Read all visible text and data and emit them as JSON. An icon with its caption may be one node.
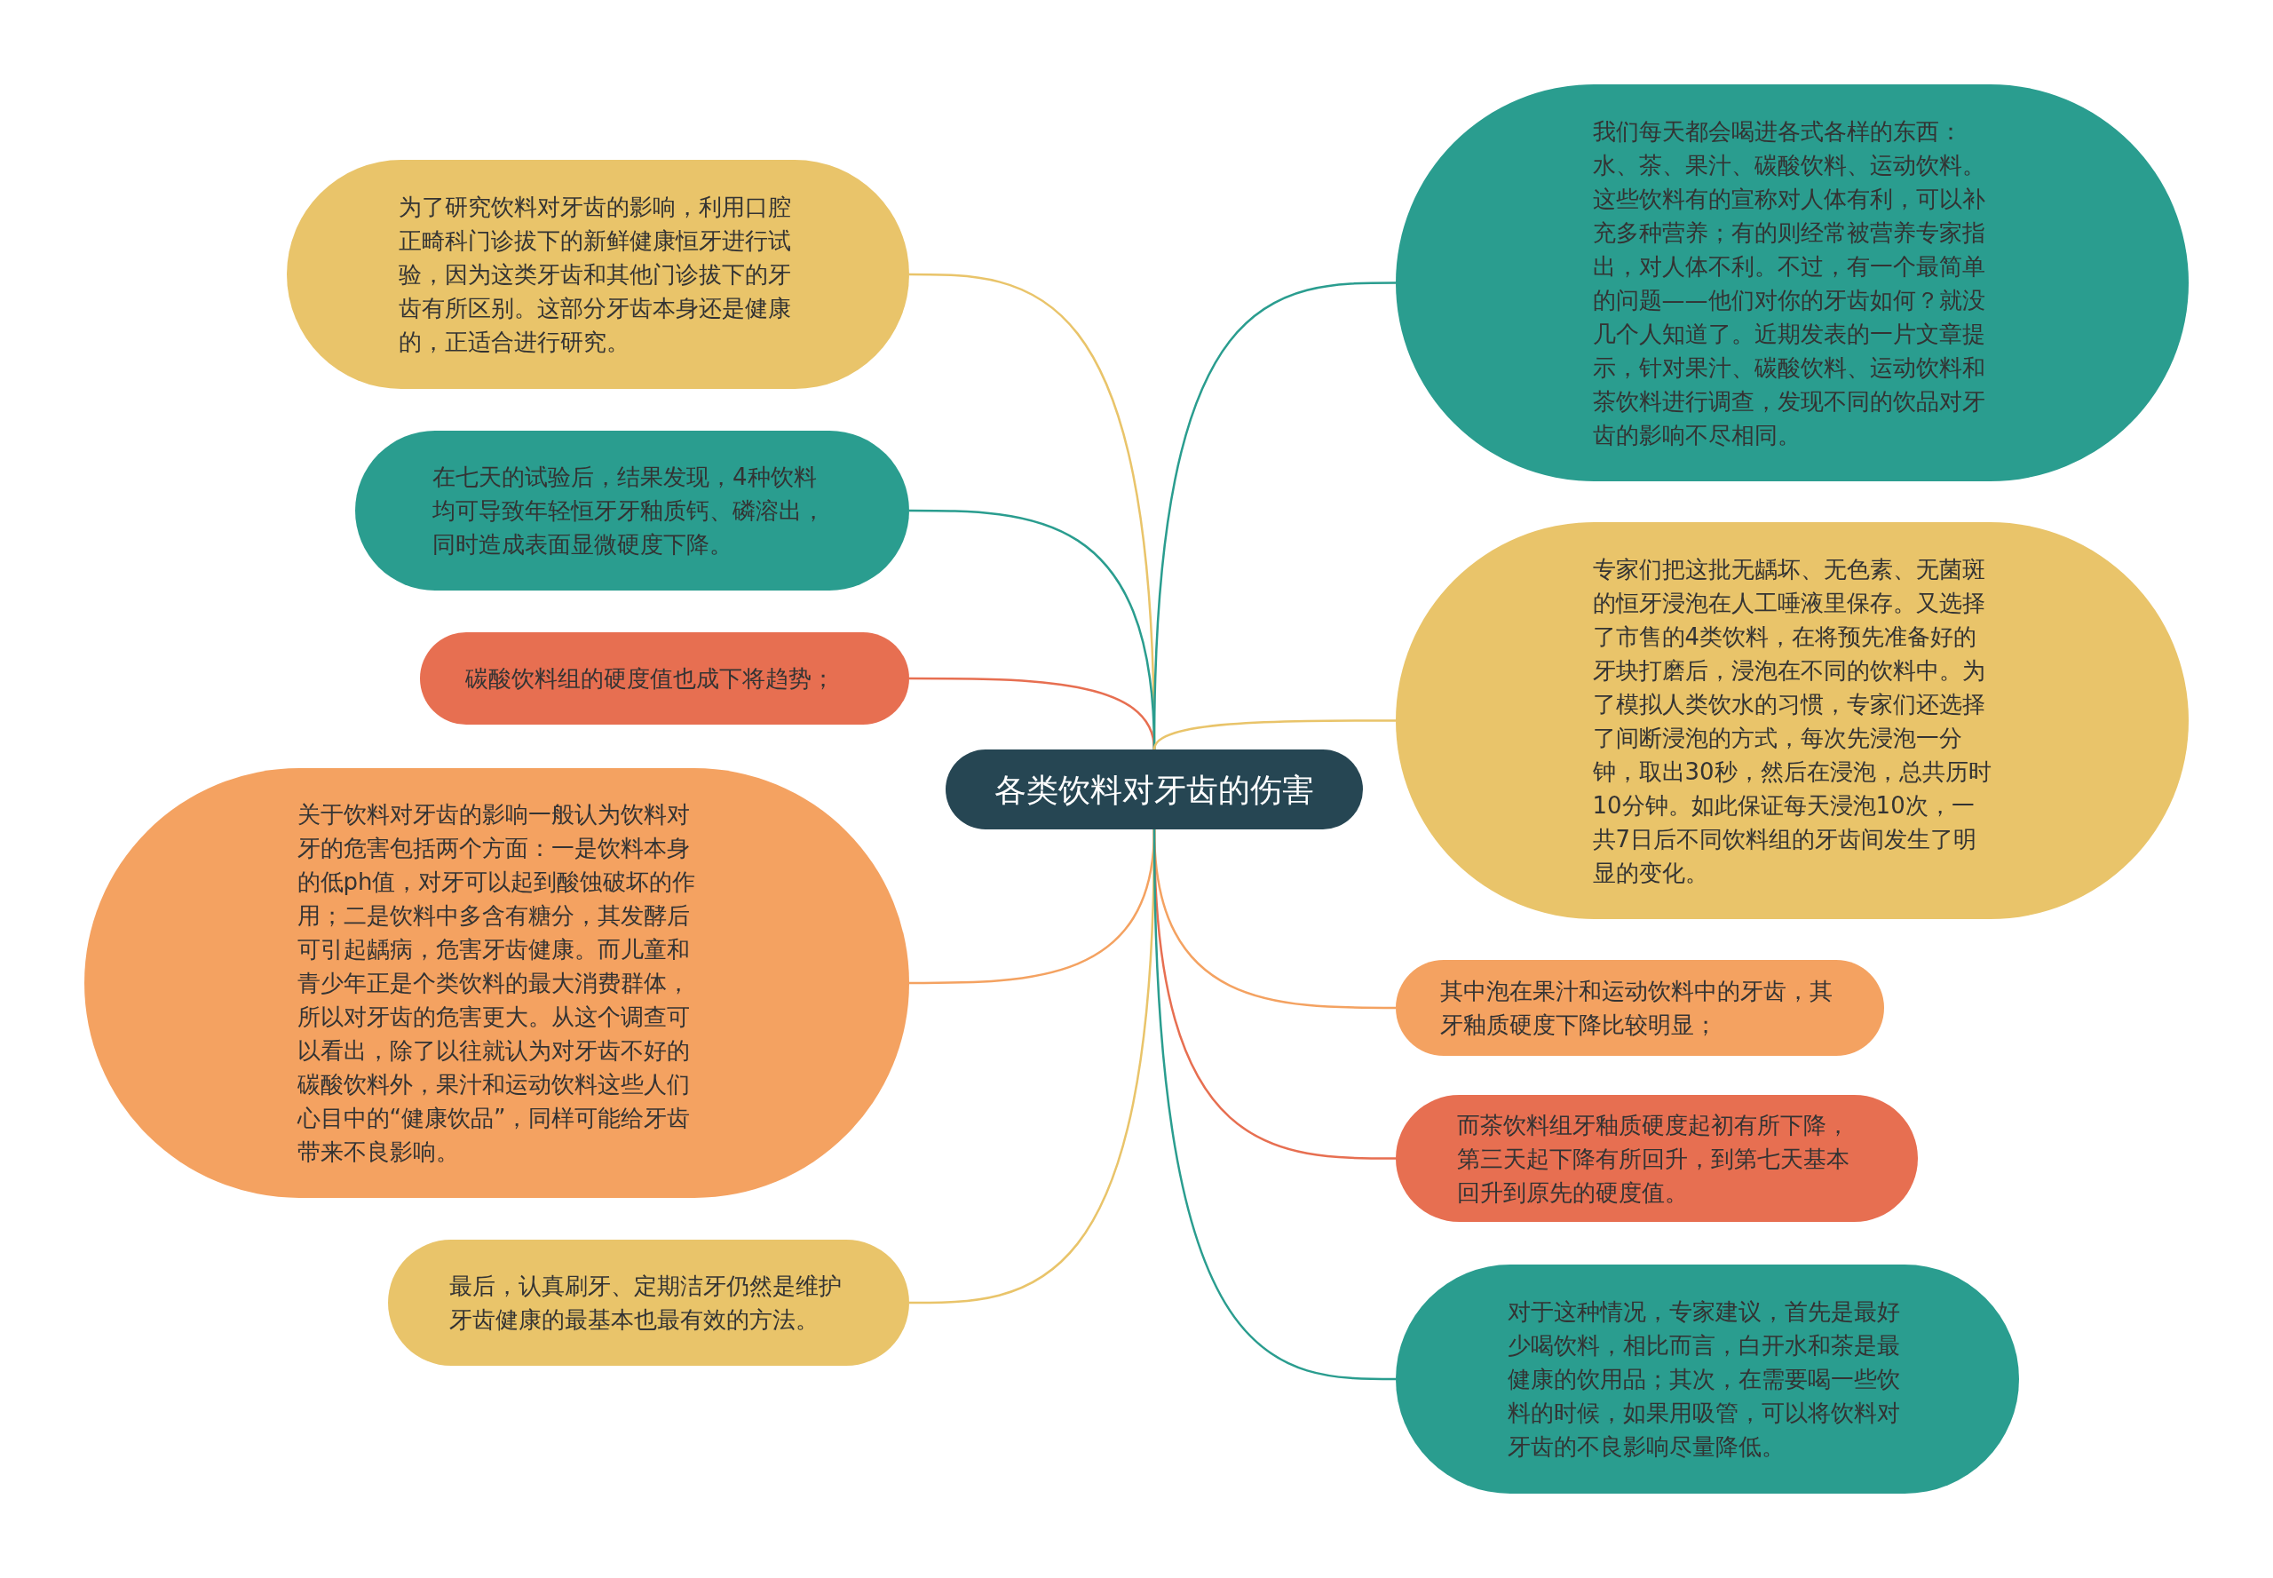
{
  "diagram": {
    "nodes": [
      {
        "text": [
          "各类饮料对牙齿的伤害"
        ]
      },
      {
        "text": [
          "为了研究饮料对牙齿的影响，利用口腔正畸科门诊拔下的新鲜健康恒牙进行试验，因为这类牙齿和其他门诊拔下的牙齿有所区别。这部分牙齿本身还是健康的，正适合进行研究。"
        ]
      },
      {
        "text": [
          "在七天的试验后，结果发现，4种饮料均可导致年轻恒牙牙釉质钙、磷溶出，同时造成表面显微硬度下降。"
        ]
      },
      {
        "text": [
          "碳酸饮料组的硬度值也成下将趋势；"
        ]
      },
      {
        "text": [
          "关于饮料对牙齿的影响一般认为饮料对牙的危害包括两个方面：一是饮料本身的低ph值，对牙可以起到酸蚀破坏的作用；二是饮料中多含有糖分，其发酵后可引起龋病，危害牙齿健康。而儿童和青少年正是个类饮料的最大消费群体，所以对牙齿的危害更大。从这个调查可以看出，除了以往就认为对牙齿不好的碳酸饮料外，果汁和运动饮料这些人们心目中的“健康饮品”，同样可能给牙齿带来不良影响。"
        ]
      },
      {
        "text": [
          "最后，认真刷牙、定期洁牙仍然是维护牙齿健康的最基本也最有效的方法。"
        ]
      },
      {
        "text": [
          "我们每天都会喝进各式各样的东西：水、茶、果汁、碳酸饮料、运动饮料。这些饮料有的宣称对人体有利，可以补充多种营养；有的则经常被营养专家指出，对人体不利。不过，有一个最简单的问题——他们对你的牙齿如何？就没几个人知道了。近期发表的一片文章提示，针对果汁、碳酸饮料、运动饮料和茶饮料进行调查，发现不同的饮品对牙齿的影响不尽相同。"
        ]
      },
      {
        "text": [
          "专家们把这批无龋坏、无色素、无菌斑的恒牙浸泡在人工唾液里保存。又选择了市售的4类饮料，在将预先准备好的牙块打磨后，浸泡在不同的饮料中。为了模拟人类饮水的习惯，专家们还选择了间断浸泡的方式，每次先浸泡一分钟，取出30秒，然后在浸泡，总共历时10分钟。如此保证每天浸泡10次，一共7日后不同饮料组的牙齿间发生了明显的变化。"
        ]
      },
      {
        "text": [
          "其中泡在果汁和运动饮料中的牙齿，其牙釉质硬度下降比较明显；"
        ]
      },
      {
        "text": [
          "而茶饮料组牙釉质硬度起初有所下降，第三天起下降有所回升，到第七天基本回升到原先的硬度值。"
        ]
      },
      {
        "text": [
          "对于这种情况，专家建议，首先是最好少喝饮料，相比而言，白开水和茶是最健康的饮用品；其次，在需要喝一些饮料的时候，如果用吸管，可以将饮料对牙齿的不良影响尽量降低。"
        ]
      }
    ],
    "edges": [
      {
        "from": 0,
        "to": 1,
        "arrow": "none",
        "color": "#e9c46a"
      },
      {
        "from": 0,
        "to": 2,
        "arrow": "none",
        "color": "#2a9d8f"
      },
      {
        "from": 0,
        "to": 3,
        "arrow": "none",
        "color": "#e76f51"
      },
      {
        "from": 0,
        "to": 4,
        "arrow": "none",
        "color": "#f4a261"
      },
      {
        "from": 0,
        "to": 5,
        "arrow": "none",
        "color": "#e9c46a"
      },
      {
        "from": 0,
        "to": 6,
        "arrow": "none",
        "color": "#2a9d8f"
      },
      {
        "from": 0,
        "to": 7,
        "arrow": "none",
        "color": "#e9c46a"
      },
      {
        "from": 0,
        "to": 8,
        "arrow": "none",
        "color": "#f4a261"
      },
      {
        "from": 0,
        "to": 9,
        "arrow": "none",
        "color": "#e76f51"
      },
      {
        "from": 0,
        "to": 10,
        "arrow": "none",
        "color": "#2a9d8f"
      }
    ]
  }
}
